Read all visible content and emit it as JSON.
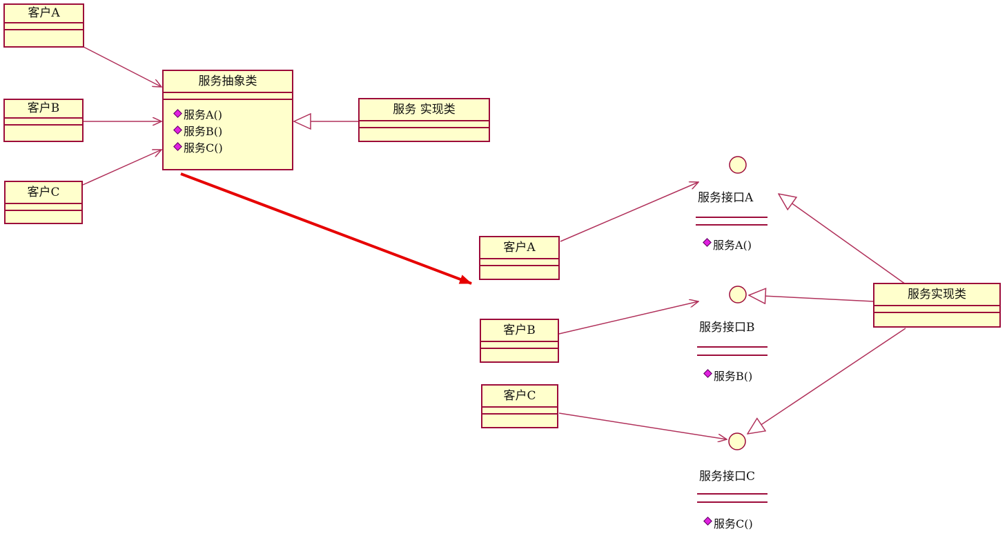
{
  "colors": {
    "class_fill": "#ffffcc",
    "class_border": "#9c0a39",
    "association_line": "#b0305a",
    "transform_arrow": "#e60000",
    "operation_marker": "#e020e0"
  },
  "left_diagram": {
    "clients": [
      {
        "name": "客户A"
      },
      {
        "name": "客户B"
      },
      {
        "name": "客户C"
      }
    ],
    "abstract_class": {
      "name": "服务抽象类",
      "operations": [
        "服务A()",
        "服务B()",
        "服务C()"
      ]
    },
    "impl_class": {
      "name": "服务 实现类"
    }
  },
  "right_diagram": {
    "clients": [
      {
        "name": "客户A"
      },
      {
        "name": "客户B"
      },
      {
        "name": "客户C"
      }
    ],
    "interfaces": [
      {
        "name": "服务接口A",
        "operation": "服务A()"
      },
      {
        "name": "服务接口B",
        "operation": "服务B()"
      },
      {
        "name": "服务接口C",
        "operation": "服务C()"
      }
    ],
    "impl_class": {
      "name": "服务实现类"
    }
  },
  "icons": {
    "operation": "operation-diamond-icon",
    "interface": "interface-lollipop-icon",
    "transform": "transform-arrow-icon"
  }
}
